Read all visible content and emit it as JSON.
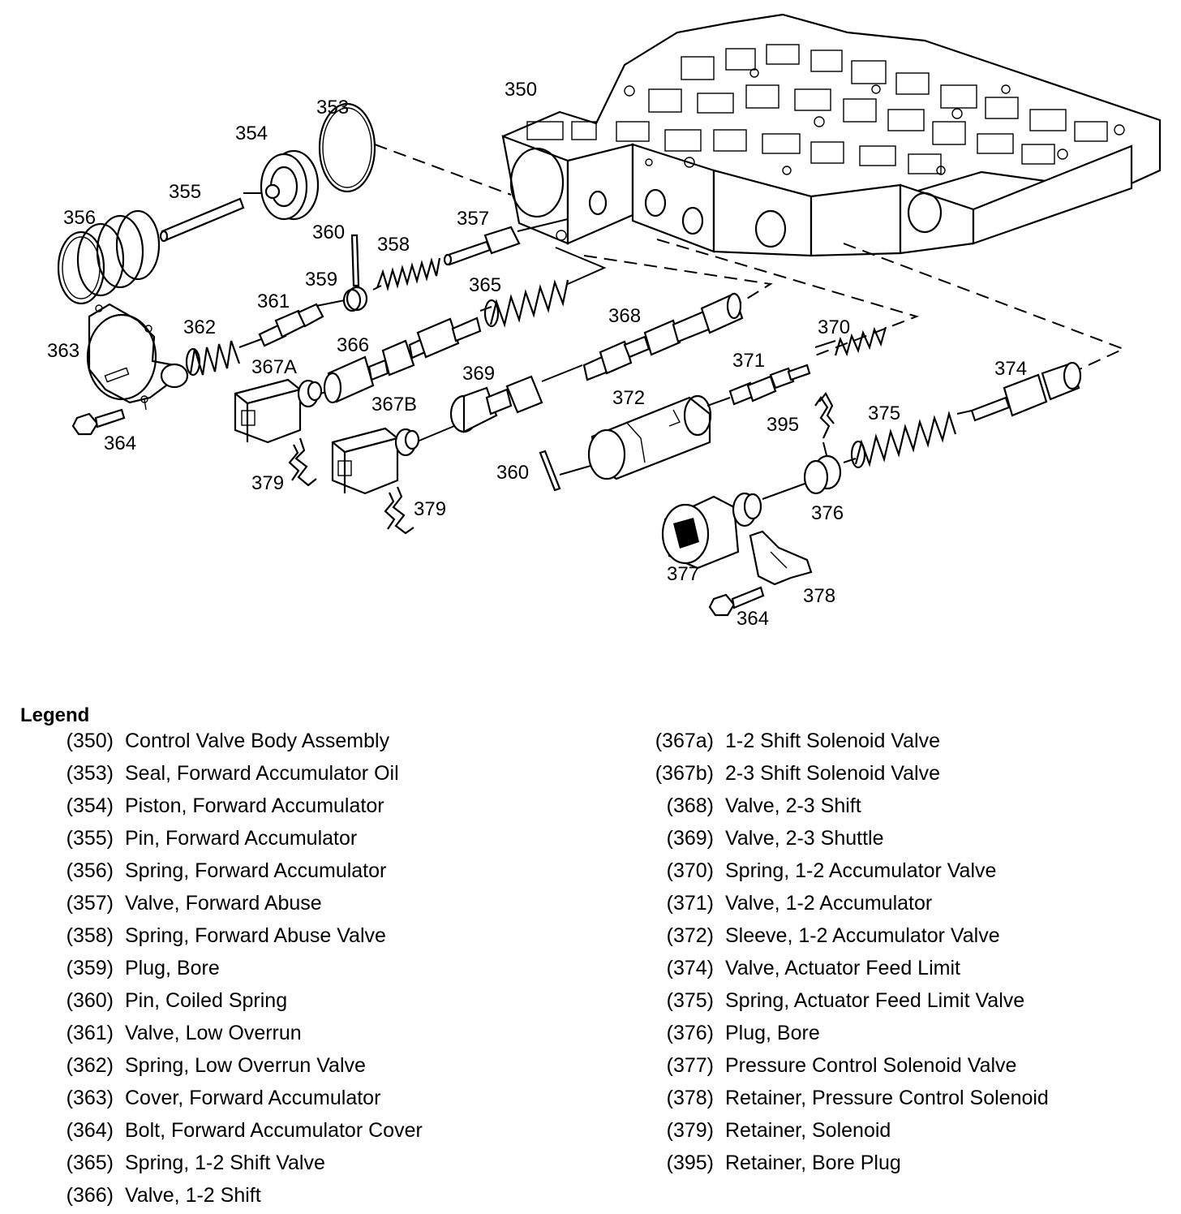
{
  "callouts": [
    {
      "id": "c350",
      "text": "350"
    },
    {
      "id": "c353",
      "text": "353"
    },
    {
      "id": "c354",
      "text": "354"
    },
    {
      "id": "c355",
      "text": "355"
    },
    {
      "id": "c356",
      "text": "356"
    },
    {
      "id": "c357",
      "text": "357"
    },
    {
      "id": "c358",
      "text": "358"
    },
    {
      "id": "c359",
      "text": "359"
    },
    {
      "id": "c360a",
      "text": "360"
    },
    {
      "id": "c360b",
      "text": "360"
    },
    {
      "id": "c361",
      "text": "361"
    },
    {
      "id": "c362",
      "text": "362"
    },
    {
      "id": "c363",
      "text": "363"
    },
    {
      "id": "c364a",
      "text": "364"
    },
    {
      "id": "c364b",
      "text": "364"
    },
    {
      "id": "c365",
      "text": "365"
    },
    {
      "id": "c366",
      "text": "366"
    },
    {
      "id": "c367A",
      "text": "367A"
    },
    {
      "id": "c367B",
      "text": "367B"
    },
    {
      "id": "c368",
      "text": "368"
    },
    {
      "id": "c369",
      "text": "369"
    },
    {
      "id": "c370",
      "text": "370"
    },
    {
      "id": "c371",
      "text": "371"
    },
    {
      "id": "c372",
      "text": "372"
    },
    {
      "id": "c374",
      "text": "374"
    },
    {
      "id": "c375",
      "text": "375"
    },
    {
      "id": "c376",
      "text": "376"
    },
    {
      "id": "c377",
      "text": "377"
    },
    {
      "id": "c378",
      "text": "378"
    },
    {
      "id": "c379a",
      "text": "379"
    },
    {
      "id": "c379b",
      "text": "379"
    },
    {
      "id": "c395",
      "text": "395"
    }
  ],
  "legend": {
    "title": "Legend",
    "left": [
      {
        "id": "(350)",
        "desc": "Control Valve Body Assembly"
      },
      {
        "id": "(353)",
        "desc": "Seal, Forward Accumulator Oil"
      },
      {
        "id": "(354)",
        "desc": "Piston, Forward Accumulator"
      },
      {
        "id": "(355)",
        "desc": "Pin, Forward Accumulator"
      },
      {
        "id": "(356)",
        "desc": "Spring, Forward Accumulator"
      },
      {
        "id": "(357)",
        "desc": "Valve, Forward Abuse"
      },
      {
        "id": "(358)",
        "desc": "Spring, Forward Abuse Valve"
      },
      {
        "id": "(359)",
        "desc": "Plug, Bore"
      },
      {
        "id": "(360)",
        "desc": "Pin, Coiled Spring"
      },
      {
        "id": "(361)",
        "desc": "Valve, Low Overrun"
      },
      {
        "id": "(362)",
        "desc": "Spring, Low Overrun Valve"
      },
      {
        "id": "(363)",
        "desc": "Cover, Forward Accumulator"
      },
      {
        "id": "(364)",
        "desc": "Bolt, Forward Accumulator Cover"
      },
      {
        "id": "(365)",
        "desc": "Spring, 1-2 Shift Valve"
      },
      {
        "id": "(366)",
        "desc": "Valve, 1-2 Shift"
      }
    ],
    "right": [
      {
        "id": "(367a)",
        "desc": "1-2 Shift Solenoid Valve"
      },
      {
        "id": "(367b)",
        "desc": "2-3 Shift Solenoid Valve"
      },
      {
        "id": "(368)",
        "desc": "Valve, 2-3 Shift"
      },
      {
        "id": "(369)",
        "desc": "Valve, 2-3 Shuttle"
      },
      {
        "id": "(370)",
        "desc": "Spring, 1-2 Accumulator Valve"
      },
      {
        "id": "(371)",
        "desc": "Valve, 1-2 Accumulator"
      },
      {
        "id": "(372)",
        "desc": "Sleeve, 1-2 Accumulator Valve"
      },
      {
        "id": "(374)",
        "desc": "Valve, Actuator Feed Limit"
      },
      {
        "id": "(375)",
        "desc": "Spring, Actuator Feed Limit Valve"
      },
      {
        "id": "(376)",
        "desc": "Plug, Bore"
      },
      {
        "id": "(377)",
        "desc": "Pressure Control Solenoid Valve"
      },
      {
        "id": "(378)",
        "desc": "Retainer, Pressure Control Solenoid"
      },
      {
        "id": "(379)",
        "desc": "Retainer, Solenoid"
      },
      {
        "id": "(395)",
        "desc": "Retainer, Bore Plug"
      }
    ]
  }
}
